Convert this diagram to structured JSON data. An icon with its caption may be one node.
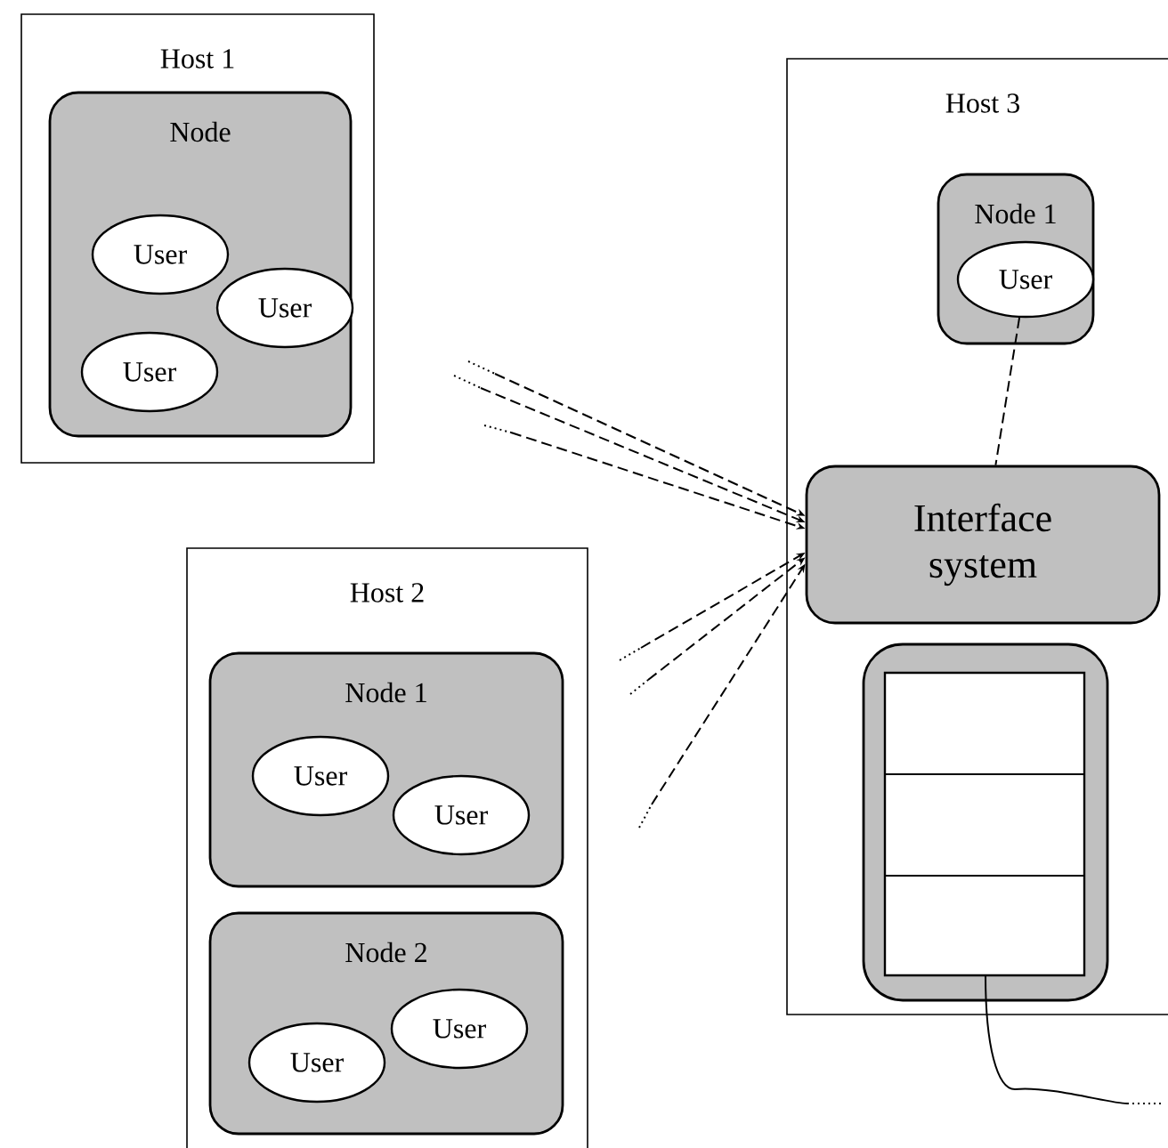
{
  "diagram": {
    "nodes": [
      {
        "text": [
          "Host 1"
        ]
      },
      {
        "text": [
          "Node"
        ],
        "in": 0
      },
      {
        "text": [
          "User"
        ],
        "in": 1
      },
      {
        "text": [
          "User"
        ],
        "in": 1
      },
      {
        "text": [
          "User"
        ],
        "in": 1
      },
      {
        "text": [
          "Host 2"
        ]
      },
      {
        "text": [
          "Node 1"
        ],
        "in": 5
      },
      {
        "text": [
          "User"
        ],
        "in": 6
      },
      {
        "text": [
          "User"
        ],
        "in": 6
      },
      {
        "text": [
          "Node 2"
        ],
        "in": 5
      },
      {
        "text": [
          "User"
        ],
        "in": 9
      },
      {
        "text": [
          "User"
        ],
        "in": 9
      },
      {
        "text": [
          "Host 3"
        ]
      },
      {
        "text": [
          "Node 1"
        ],
        "in": 12
      },
      {
        "text": [
          "User"
        ],
        "in": 13
      },
      {
        "text": [
          "Interface system"
        ],
        "in": 12
      },
      {
        "text": [],
        "shape": "box",
        "in": 12
      }
    ],
    "edges": [
      {
        "from": null,
        "to": 15,
        "arrow": "to",
        "style": "dashed"
      },
      {
        "from": null,
        "to": 15,
        "arrow": "to",
        "style": "dashed"
      },
      {
        "from": null,
        "to": 15,
        "arrow": "to",
        "style": "dashed"
      },
      {
        "from": null,
        "to": 15,
        "arrow": "to",
        "style": "dashed"
      },
      {
        "from": null,
        "to": 15,
        "arrow": "to",
        "style": "dashed"
      },
      {
        "from": null,
        "to": 15,
        "arrow": "to",
        "style": "dashed"
      },
      {
        "from": 14,
        "to": 15,
        "arrow": "none",
        "style": "dashed"
      },
      {
        "from": 16,
        "to": null,
        "arrow": "none"
      }
    ]
  }
}
